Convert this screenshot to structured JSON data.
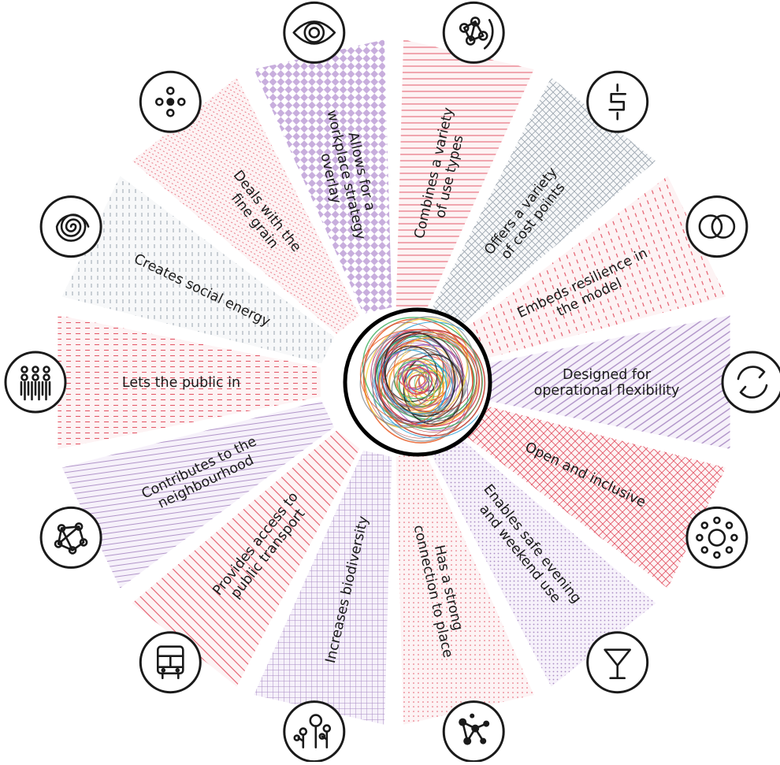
{
  "colors": {
    "pink_stroke": "#e45a6a",
    "pink_fill": "#fdf3f4",
    "lavender_stroke": "#a98bc4",
    "lavender_fill": "#f6f1fa",
    "grey_stroke": "#9aa4ae",
    "grey_fill": "#f7f8f9",
    "ink": "#1a1a1a"
  },
  "segments": [
    {
      "lines": [
        "Combines a variety",
        "of use types"
      ],
      "icon": "network-icon",
      "pattern": "pink-lines"
    },
    {
      "lines": [
        "Offers a variety",
        "of cost points"
      ],
      "icon": "dollar-icon",
      "pattern": "grey-grid"
    },
    {
      "lines": [
        "Embeds resilience in",
        "the model"
      ],
      "icon": "interlocking-rings-icon",
      "pattern": "pink-dash"
    },
    {
      "lines": [
        "Designed for",
        "operational flexibility"
      ],
      "icon": "refresh-arrows-icon",
      "pattern": "lavender-diag"
    },
    {
      "lines": [
        "Open and inclusive"
      ],
      "icon": "circle-of-dots-icon",
      "pattern": "pink-cross"
    },
    {
      "lines": [
        "Enables safe evening",
        "and weekend use"
      ],
      "icon": "cocktail-glass-icon",
      "pattern": "lavender-dots"
    },
    {
      "lines": [
        "Has a strong",
        "connection to place"
      ],
      "icon": "connected-nodes-icon",
      "pattern": "pink-dots"
    },
    {
      "lines": [
        "Increases biodiversity"
      ],
      "icon": "plants-icon",
      "pattern": "lavender-grid"
    },
    {
      "lines": [
        "Provides access to",
        "public transport"
      ],
      "icon": "bus-icon",
      "pattern": "pink-diag"
    },
    {
      "lines": [
        "Contributes to the",
        "neighbourhood"
      ],
      "icon": "neighbourhood-network-icon",
      "pattern": "lavender-lines"
    },
    {
      "lines": [
        "Lets the public in"
      ],
      "icon": "crowd-icon",
      "pattern": "pink-dash2"
    },
    {
      "lines": [
        "Creates social energy"
      ],
      "icon": "spiral-icon",
      "pattern": "grey-vdash"
    },
    {
      "lines": [
        "Deals with the",
        "fine grain"
      ],
      "icon": "fine-dots-icon",
      "pattern": "pink-fine"
    },
    {
      "lines": [
        "Allows for a",
        "workplace strategy",
        "overlay"
      ],
      "icon": "eye-icon",
      "pattern": "lavender-checker"
    }
  ]
}
